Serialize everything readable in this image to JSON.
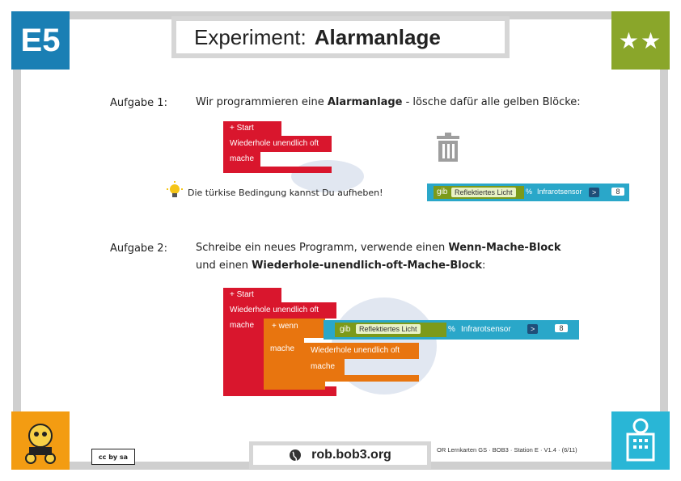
{
  "badge": {
    "code": "E5",
    "stars": "★★"
  },
  "title": {
    "prefix": "Experiment:",
    "name": "Alarmanlage"
  },
  "task1": {
    "label": "Aufgabe 1:",
    "text_a": "Wir programmieren eine ",
    "text_bold": "Alarmanlage",
    "text_b": " - lösche dafür alle gelben Blöcke:"
  },
  "blocks1": {
    "start": "+ Start",
    "loop": "Wiederhole unendlich oft",
    "do": "mache"
  },
  "hint": {
    "text": "Die türkise Bedingung kannst Du aufheben!"
  },
  "cond": {
    "gib": "gib",
    "sensor_value": "Reflektiertes Licht",
    "pct": "%",
    "sensor": "Infrarotsensor",
    "op": ">",
    "value": "8"
  },
  "task2": {
    "label": "Aufgabe 2:",
    "line1_a": "Schreibe ein neues Programm, verwende einen ",
    "line1_bold": "Wenn-Mache-Block",
    "line2_a": "und einen ",
    "line2_bold": "Wiederhole-unendlich-oft-Mache-Block",
    "line2_b": ":"
  },
  "blocks2": {
    "start": "+ Start",
    "loop": "Wiederhole unendlich oft",
    "do": "mache",
    "if": "+ wenn",
    "if_do": "mache",
    "inner_loop": "Wiederhole unendlich oft",
    "inner_do": "mache"
  },
  "footer": {
    "url": "rob.bob3.org",
    "note": "OR Lernkarten GS · BOB3 · Station E · V1.4 · (6/11)",
    "license": "cc by sa"
  }
}
